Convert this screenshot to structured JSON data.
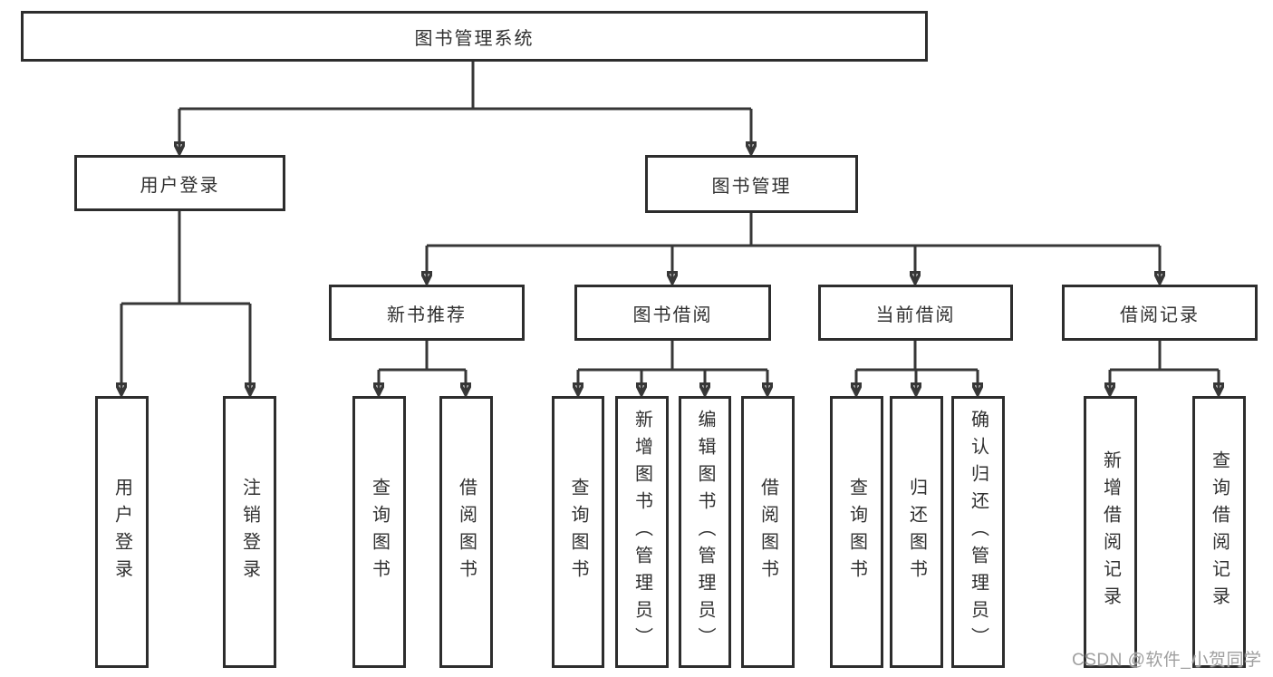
{
  "diagram": {
    "root": {
      "label": "图书管理系统"
    },
    "level2": [
      {
        "id": "user-login-group",
        "label": "用户登录"
      },
      {
        "id": "book-management",
        "label": "图书管理"
      }
    ],
    "level3": [
      {
        "id": "new-book-recommend",
        "parent": "图书管理",
        "label": "新书推荐"
      },
      {
        "id": "book-borrowing",
        "parent": "图书管理",
        "label": "图书借阅"
      },
      {
        "id": "current-borrowing",
        "parent": "图书管理",
        "label": "当前借阅"
      },
      {
        "id": "borrowing-records",
        "parent": "图书管理",
        "label": "借阅记录"
      }
    ],
    "level4": [
      {
        "parent": "用户登录",
        "label": "用户登录"
      },
      {
        "parent": "用户登录",
        "label": "注销登录"
      },
      {
        "parent": "新书推荐",
        "label": "查询图书"
      },
      {
        "parent": "新书推荐",
        "label": "借阅图书"
      },
      {
        "parent": "图书借阅",
        "label": "查询图书"
      },
      {
        "parent": "图书借阅",
        "label": "新增图书（管理员）"
      },
      {
        "parent": "图书借阅",
        "label": "编辑图书（管理员）"
      },
      {
        "parent": "图书借阅",
        "label": "借阅图书"
      },
      {
        "parent": "当前借阅",
        "label": "查询图书"
      },
      {
        "parent": "当前借阅",
        "label": "归还图书"
      },
      {
        "parent": "当前借阅",
        "label": "确认归还（管理员）"
      },
      {
        "parent": "借阅记录",
        "label": "新增借阅记录"
      },
      {
        "parent": "借阅记录",
        "label": "查询借阅记录"
      }
    ],
    "watermark": "CSDN @软件_小贺同学",
    "colors": {
      "background": "#ffffff",
      "line": "#373737",
      "box_border": "#2d2d2d",
      "text": "#303030",
      "watermark": "#9f9f9f"
    }
  }
}
